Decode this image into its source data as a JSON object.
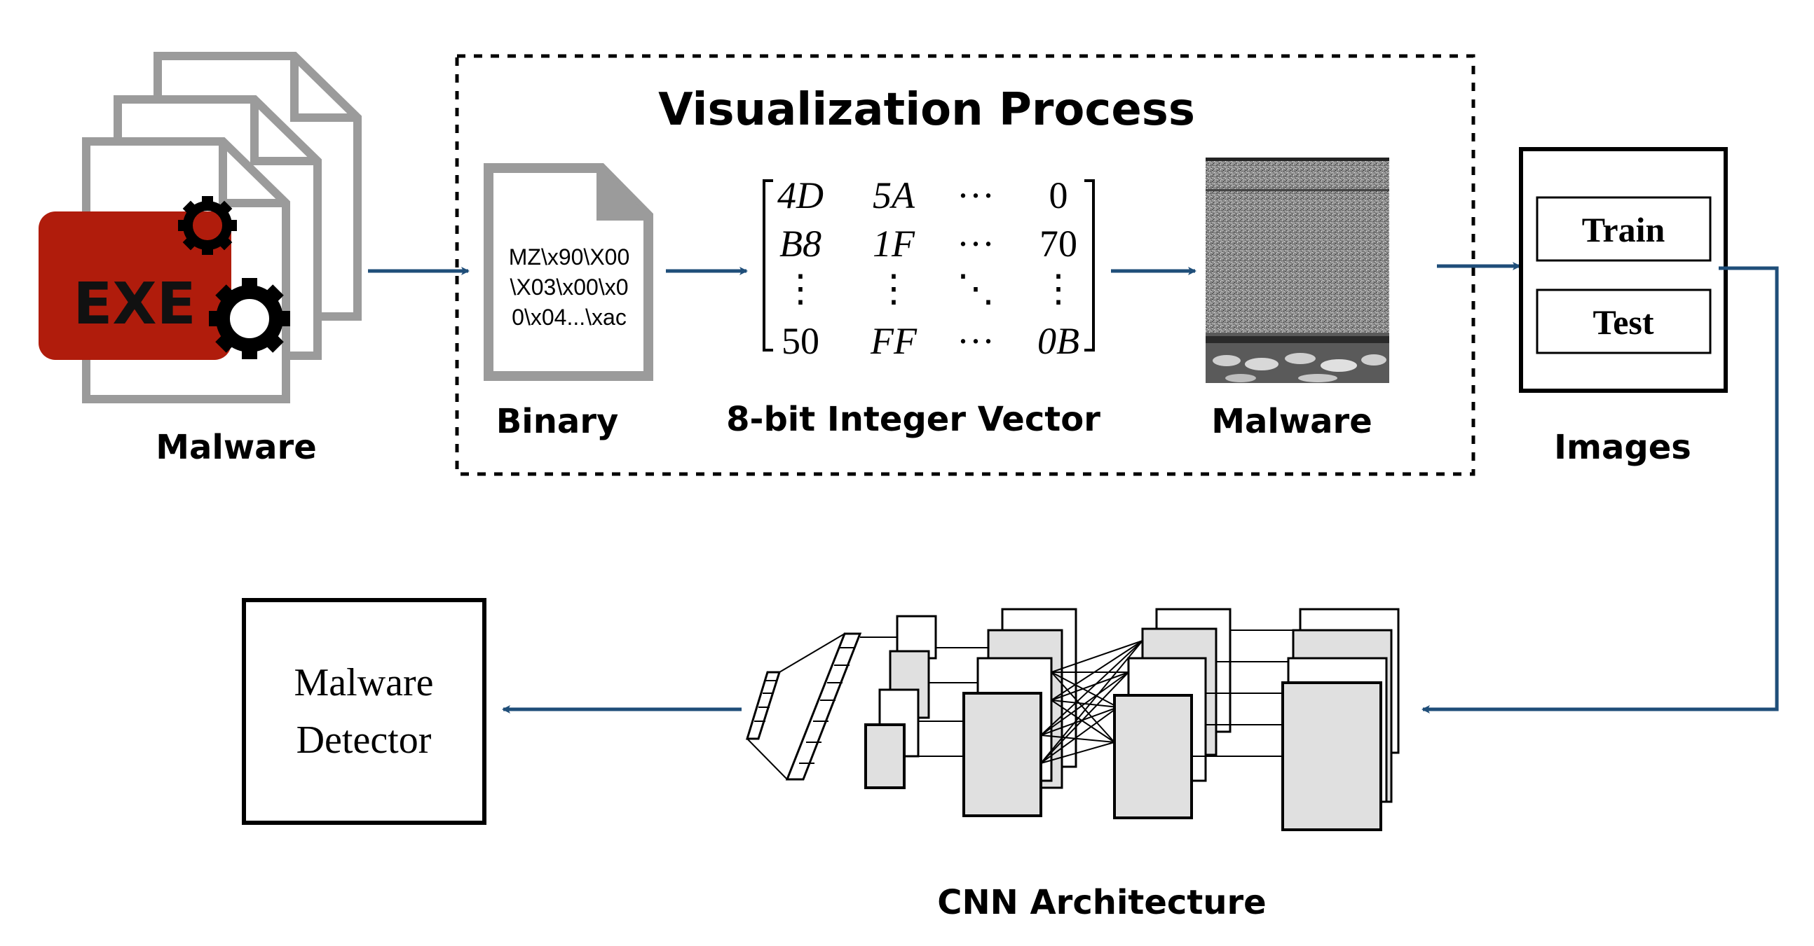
{
  "malware_files": {
    "badge": "EXE",
    "label": "Malware"
  },
  "visualization": {
    "title": "Visualization Process",
    "binary_lines": [
      "MZ\\x90\\X00",
      "\\X03\\x00\\x0",
      "0\\x04...\\xac"
    ],
    "binary_label": "Binary",
    "matrix": [
      [
        "4D",
        "5A",
        "···",
        "0"
      ],
      [
        "B8",
        "1F",
        "···",
        "70"
      ],
      [
        "⋮",
        "⋮",
        "⋱",
        "⋮"
      ],
      [
        "50",
        "FF",
        "···",
        "0B"
      ]
    ],
    "vector_label": "8-bit Integer Vector",
    "image_label": "Malware"
  },
  "images": {
    "train": "Train",
    "test": "Test",
    "label": "Images"
  },
  "cnn": {
    "label": "CNN Architecture"
  },
  "detector": {
    "line1": "Malware",
    "line2": "Detector"
  },
  "colors": {
    "arrow": "#1f4e79",
    "exe_badge": "#b01c0c",
    "file_outline": "#9b9b9b",
    "layer_fill": "#e0e0e0"
  }
}
